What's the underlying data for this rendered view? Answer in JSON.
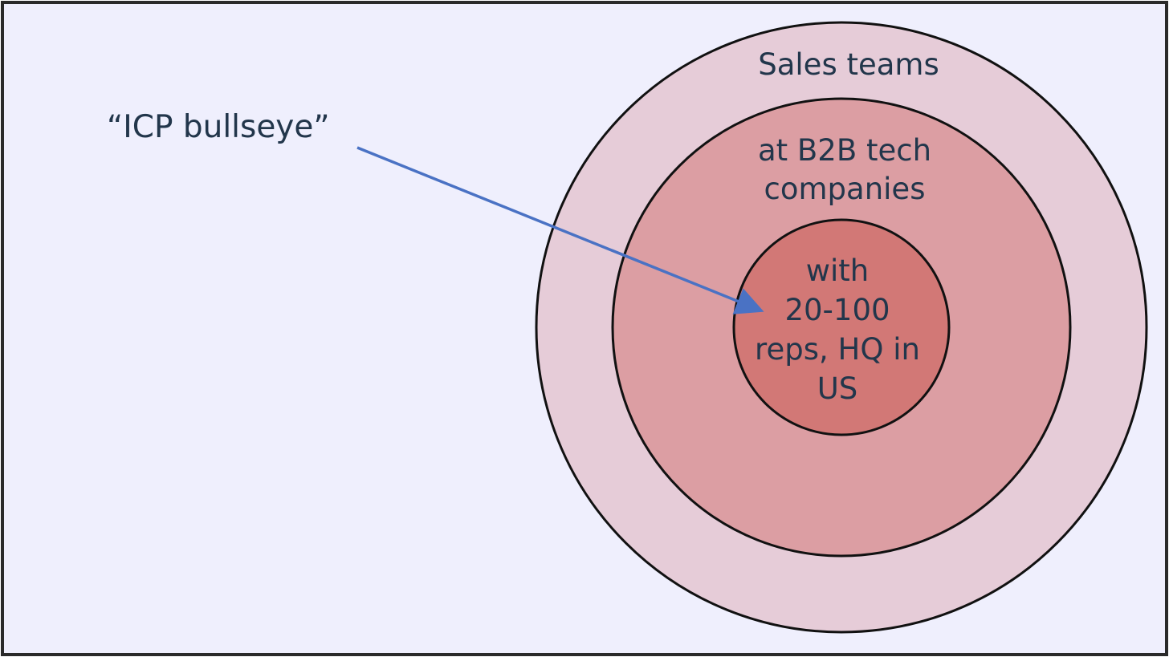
{
  "callout": {
    "text": "“ICP bullseye”"
  },
  "rings": {
    "outer": {
      "lines": [
        "Sales teams"
      ]
    },
    "middle": {
      "lines": [
        "at B2B tech",
        "companies"
      ]
    },
    "inner": {
      "lines": [
        "with",
        "20-100",
        "reps, HQ in",
        "US"
      ]
    }
  },
  "colors": {
    "background": "#efeffd",
    "frame": "#2a2a2a",
    "outer_ring": "#e6ccd8",
    "middle_ring": "#dc9ea3",
    "inner_ring": "#d27876",
    "outline": "#111111",
    "arrow": "#4a72c4",
    "text": "#22364b"
  }
}
